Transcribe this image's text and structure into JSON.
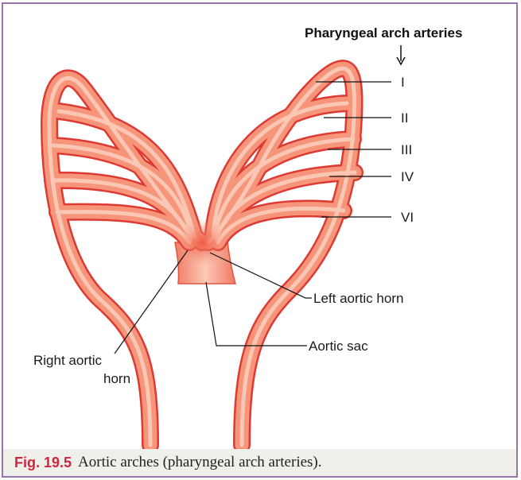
{
  "diagram": {
    "header": "Pharyngeal arch arteries",
    "arch_labels": [
      "I",
      "II",
      "III",
      "IV",
      "VI"
    ],
    "left_aortic_horn": "Left aortic horn",
    "aortic_sac": "Aortic sac",
    "right_aortic_horn_line1": "Right aortic",
    "right_aortic_horn_line2": "horn"
  },
  "caption": {
    "figure_number": "Fig. 19.5",
    "text": "Aortic arches (pharyngeal arch arteries)."
  },
  "colors": {
    "vessel_stroke": "#dd3a33",
    "vessel_fill": "#f6957a",
    "vessel_highlight": "#fbd0c0",
    "frame_border": "#9b72b0",
    "caption_bg": "#eef0e9",
    "figure_number": "#d0253f"
  }
}
